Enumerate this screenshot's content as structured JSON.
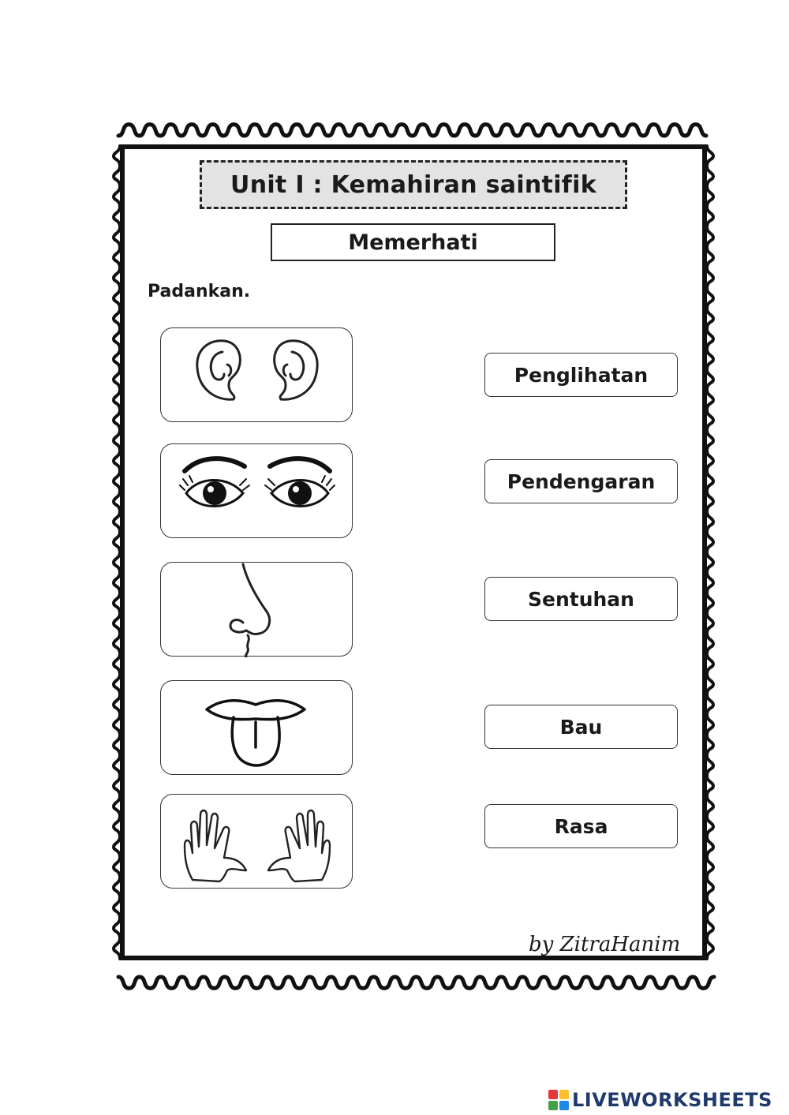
{
  "worksheet": {
    "title": "Unit I : Kemahiran saintifik",
    "subtitle": "Memerhati",
    "instruction": "Padankan.",
    "pictures": [
      {
        "icon": "ears-icon"
      },
      {
        "icon": "eyes-icon"
      },
      {
        "icon": "nose-icon"
      },
      {
        "icon": "tongue-icon"
      },
      {
        "icon": "hands-icon"
      }
    ],
    "answers": [
      "Penglihatan",
      "Pendengaran",
      "Sentuhan",
      "Bau",
      "Rasa"
    ],
    "credit": "by ZitraHanim"
  },
  "footer": {
    "brand": "LIVEWORKSHEETS",
    "brand_color": "#1f3a6b",
    "logo_colors": [
      "#e53935",
      "#fbc02d",
      "#43a047",
      "#1e88e5"
    ]
  }
}
